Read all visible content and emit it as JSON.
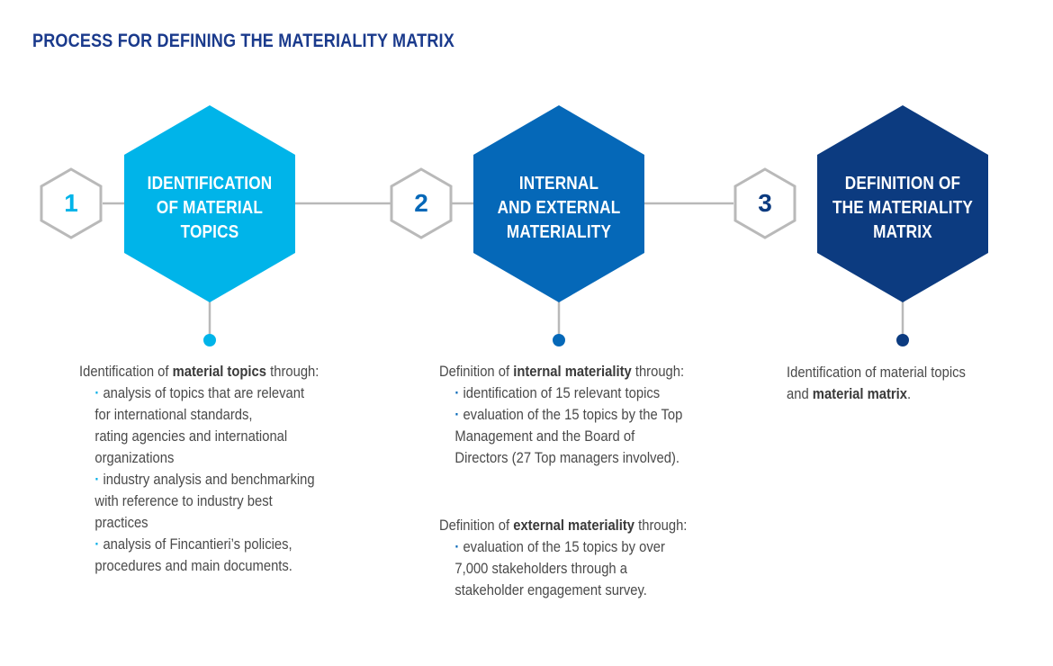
{
  "title": "PROCESS FOR DEFINING THE MATERIALITY MATRIX",
  "colors": {
    "title": "#1a3a8c",
    "step1": "#00b4e9",
    "step2": "#0568b8",
    "step3": "#0c3b80",
    "connector": "#b9b9b9",
    "text": "#4a4a4a"
  },
  "steps": [
    {
      "number": "1",
      "label_lines": [
        "IDENTIFICATION",
        "OF MATERIAL",
        "TOPICS"
      ],
      "description": {
        "lead_pre": "Identification of ",
        "lead_bold": "material topics",
        "lead_post": " through:",
        "bullets": [
          [
            "analysis of topics that are relevant",
            "for international standards,",
            "rating agencies and international",
            "organizations"
          ],
          [
            "industry analysis and benchmarking",
            "with reference to industry best",
            "practices"
          ],
          [
            "analysis of Fincantieri’s policies,",
            "procedures and main documents."
          ]
        ]
      }
    },
    {
      "number": "2",
      "label_lines": [
        "INTERNAL",
        "AND EXTERNAL",
        "MATERIALITY"
      ],
      "description": {
        "internal": {
          "lead_pre": "Definition of ",
          "lead_bold": "internal materiality",
          "lead_post": " through:",
          "bullets": [
            [
              "identification of 15 relevant topics"
            ],
            [
              "evaluation of the 15 topics by the Top",
              "Management and the Board of",
              "Directors (27 Top managers involved)."
            ]
          ]
        },
        "external": {
          "lead_pre": "Definition of ",
          "lead_bold": "external materiality",
          "lead_post": " through:",
          "bullets": [
            [
              "evaluation of the 15 topics by over",
              "7,000 stakeholders through a",
              "stakeholder engagement survey."
            ]
          ]
        }
      }
    },
    {
      "number": "3",
      "label_lines": [
        "DEFINITION OF",
        "THE MATERIALITY",
        "MATRIX"
      ],
      "description": {
        "line1": "Identification of material topics",
        "line2_pre": "and ",
        "line2_bold": "material matrix",
        "line2_post": "."
      }
    }
  ]
}
